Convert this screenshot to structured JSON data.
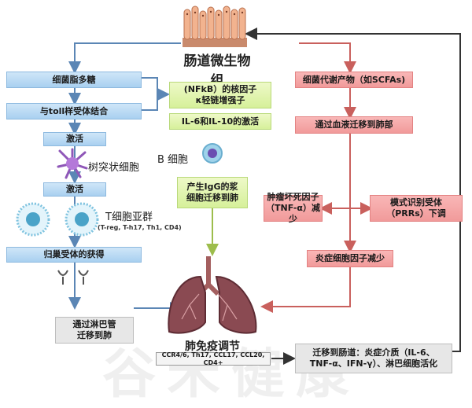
{
  "title": "肠道微生物组",
  "lung_title": "肺免疫调节",
  "lung_markers": "CCR4/6, Th17, CCL17, CCL20, CD4+",
  "watermark": "谷禾健康",
  "left": {
    "lps": "细菌脂多糖",
    "tlr": "与toll样受体结合",
    "activate1": "激活",
    "dendritic": "树突状细胞",
    "activate2": "激活",
    "tcell": "T细胞亚群",
    "tcell_sub": "(T-reg, T-h17, Th1, CD4)",
    "homing": "归巢受体的获得",
    "lymph": "通过淋巴管\n迁移到肺"
  },
  "middle": {
    "nfkb": "(NFkB）的核因子\nκ轻链增强子",
    "il": "IL-6和IL-10的激活",
    "bcell": "B 细胞",
    "igg": "产生IgG的浆\n细胞迁移到肺"
  },
  "right": {
    "metabolites": "细菌代谢产物（如SCFAs)",
    "blood": "通过血液迁移到肺部",
    "tnf": "肿瘤坏死因子\n（TNF-α）减少",
    "prr": "模式识别受体\n（PRRs）下调",
    "inflam": "炎症细胞因子减少"
  },
  "bottom_right": "迁移到肠道：炎症介质（IL-6、\nTNF-α、IFN-γ）、淋巴细胞活化",
  "colors": {
    "blue_arrow": "#5b86b5",
    "green_arrow": "#9dbd4c",
    "red_arrow": "#c9605d",
    "dark_arrow": "#333333",
    "title": "#222222"
  }
}
